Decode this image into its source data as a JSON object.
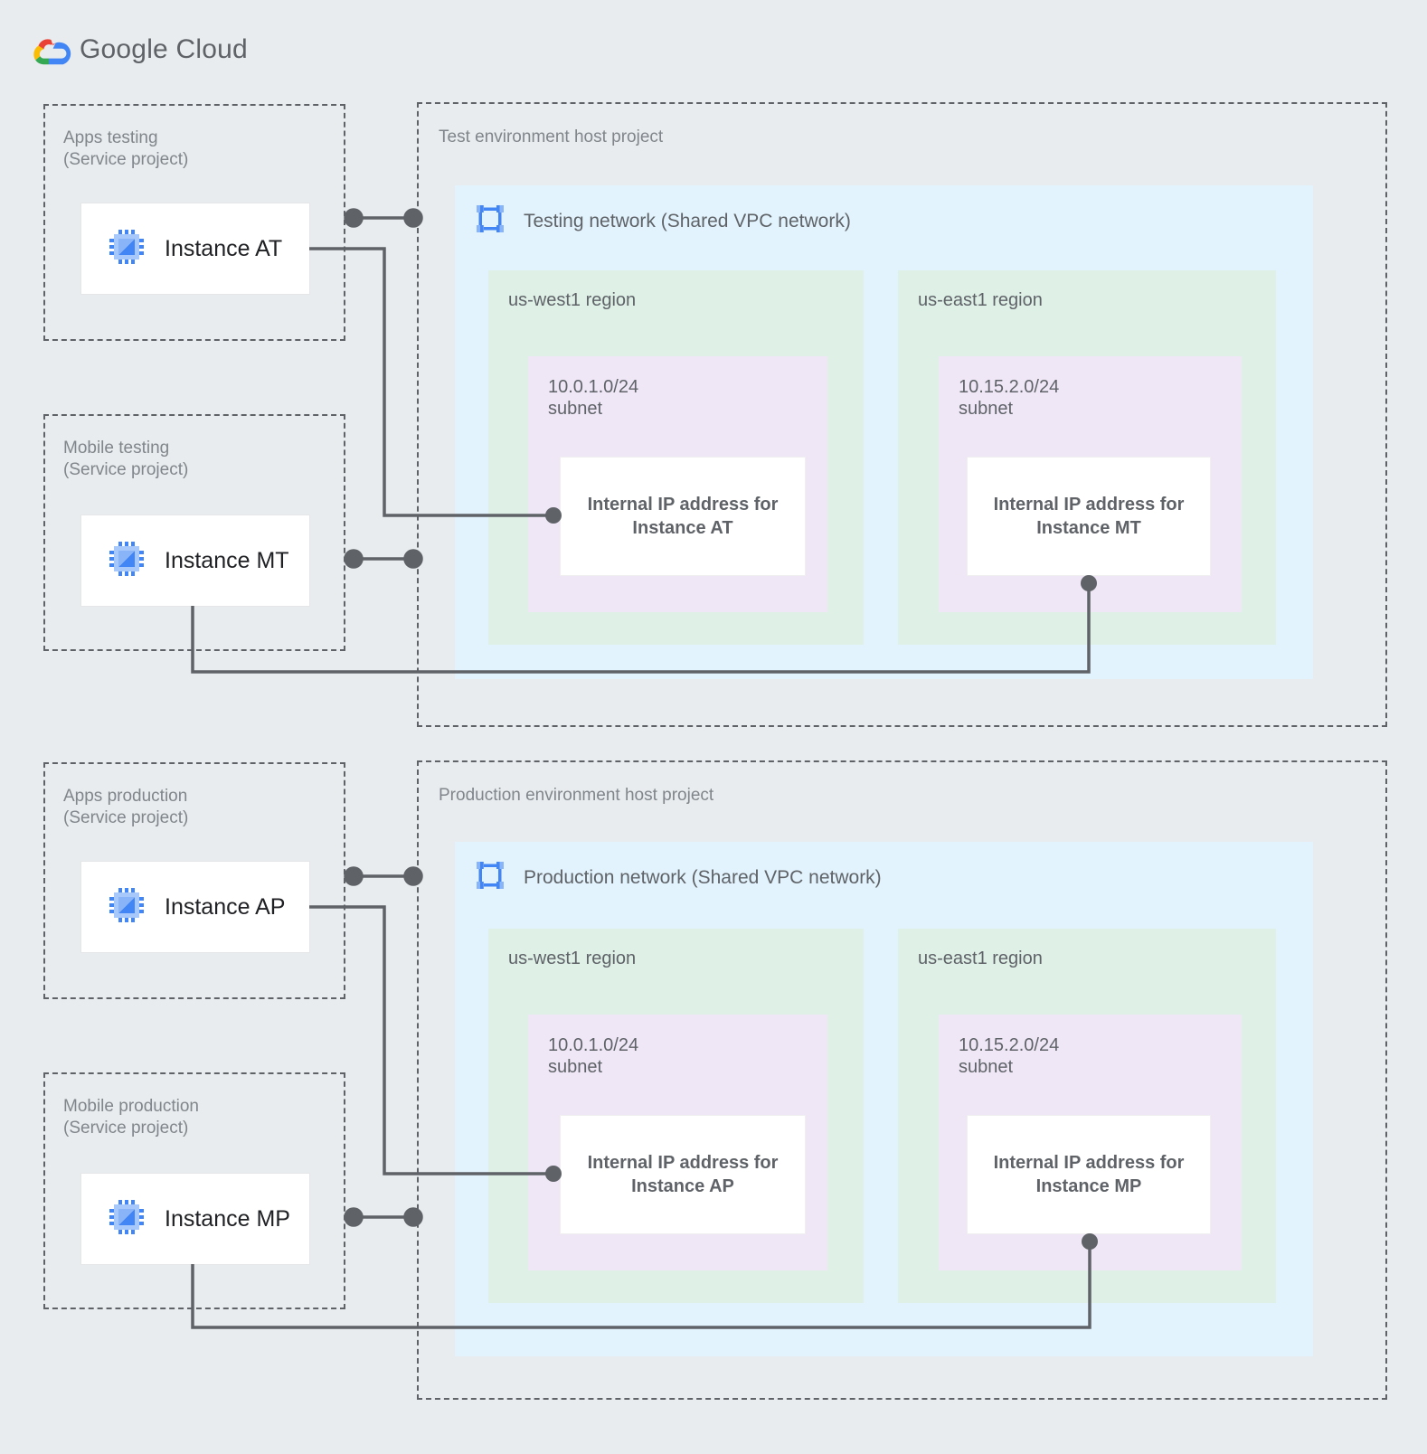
{
  "brand": {
    "logo_icon": "google-cloud-logo-icon",
    "name_part1": "Google",
    "name_part2": "Cloud",
    "colors": {
      "red": "#EA4335",
      "yellow": "#FBBC05",
      "green": "#34A853",
      "blue": "#4285F4",
      "background": "#E8ECEE",
      "network_blue": "#E2F3FD",
      "region_green": "#DFF0E7",
      "subnet_purple": "#EFE7F6",
      "line_gray": "#5F6368",
      "text_gray": "#80868B",
      "instance_icon_blue": "#4285F4"
    }
  },
  "service_projects": [
    {
      "id": "apps-testing",
      "title_line1": "Apps testing",
      "title_line2": "(Service project)",
      "instance": {
        "label": "Instance AT",
        "icon": "cpu-instance-icon"
      }
    },
    {
      "id": "mobile-testing",
      "title_line1": "Mobile testing",
      "title_line2": "(Service project)",
      "instance": {
        "label": "Instance MT",
        "icon": "cpu-instance-icon"
      }
    },
    {
      "id": "apps-production",
      "title_line1": "Apps production",
      "title_line2": "(Service project)",
      "instance": {
        "label": "Instance AP",
        "icon": "cpu-instance-icon"
      }
    },
    {
      "id": "mobile-production",
      "title_line1": "Mobile production",
      "title_line2": "(Service project)",
      "instance": {
        "label": "Instance MP",
        "icon": "cpu-instance-icon"
      }
    }
  ],
  "host_projects": [
    {
      "id": "test-host",
      "title": "Test environment host project",
      "network": {
        "label": "Testing network (Shared VPC network)",
        "icon": "vpc-network-icon"
      },
      "regions": [
        {
          "id": "test-us-west1",
          "name": "us-west1 region",
          "subnet": {
            "cidr": "10.0.1.0/24",
            "kind": "subnet",
            "ip_box": "Internal IP address for Instance AT",
            "ip_box_line1": "Internal IP address for",
            "ip_box_line2": "Instance AT"
          }
        },
        {
          "id": "test-us-east1",
          "name": "us-east1 region",
          "subnet": {
            "cidr": "10.15.2.0/24",
            "kind": "subnet",
            "ip_box": "Internal IP address for Instance MT",
            "ip_box_line1": "Internal IP address for",
            "ip_box_line2": "Instance MT"
          }
        }
      ]
    },
    {
      "id": "prod-host",
      "title": "Production environment host project",
      "network": {
        "label": "Production network (Shared VPC network)",
        "icon": "vpc-network-icon"
      },
      "regions": [
        {
          "id": "prod-us-west1",
          "name": "us-west1 region",
          "subnet": {
            "cidr": "10.0.1.0/24",
            "kind": "subnet",
            "ip_box": "Internal IP address for Instance AP",
            "ip_box_line1": "Internal IP address for",
            "ip_box_line2": "Instance AP"
          }
        },
        {
          "id": "prod-us-east1",
          "name": "us-east1 region",
          "subnet": {
            "cidr": "10.15.2.0/24",
            "kind": "subnet",
            "ip_box": "Internal IP address for Instance MP",
            "ip_box_line1": "Internal IP address for",
            "ip_box_line2": "Instance MP"
          }
        }
      ]
    }
  ],
  "connections": [
    {
      "id": "at-to-ip-at",
      "from": "Instance AT",
      "to": "Internal IP address for Instance AT"
    },
    {
      "id": "mt-to-ip-mt",
      "from": "Instance MT",
      "to": "Internal IP address for Instance MT"
    },
    {
      "id": "ap-to-ip-ap",
      "from": "Instance AP",
      "to": "Internal IP address for Instance AP"
    },
    {
      "id": "mp-to-ip-mp",
      "from": "Instance MP",
      "to": "Internal IP address for Instance MP"
    }
  ]
}
